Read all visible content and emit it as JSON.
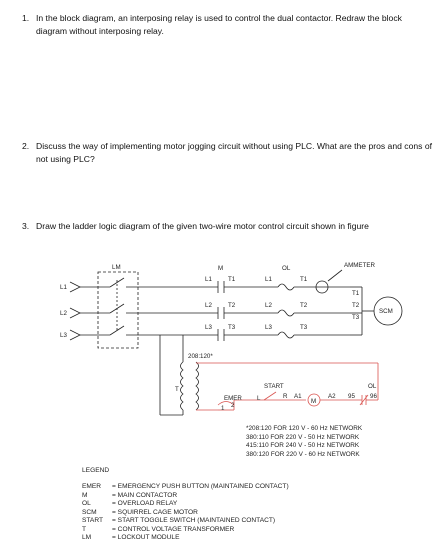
{
  "questions": [
    {
      "number": "1.",
      "text": "In the block diagram, an interposing relay is used to control the dual contactor. Redraw the block diagram without interposing relay."
    },
    {
      "number": "2.",
      "text": "Discuss the way of implementing motor jogging circuit without using PLC. What are the pros and cons of not using PLC?"
    },
    {
      "number": "3.",
      "text": "Draw the ladder logic diagram of the given two-wire motor control circuit shown in figure"
    }
  ],
  "diagram": {
    "labels": {
      "lm": "LM",
      "m": "M",
      "ol": "OL",
      "ammeter": "AMMETER",
      "l1": "L1",
      "l2": "L2",
      "l3": "L3",
      "t1": "T1",
      "t2": "T2",
      "t3": "T3",
      "scm": "SCM",
      "transformer_voltage": "208:120*",
      "t": "T",
      "start": "START",
      "emer": "EMER",
      "l": "L",
      "r": "R",
      "a1": "A1",
      "a2": "A2",
      "contact_95": "95",
      "contact_96": "96",
      "contact_1": "1",
      "contact_2": "2"
    },
    "notes": [
      "*208:120 FOR 120 V - 60 Hz NETWORK",
      "380:110 FOR 220 V - 50 Hz NETWORK",
      "415:110 FOR 240 V - 50 Hz NETWORK",
      "380:120 FOR 220 V - 60 Hz NETWORK"
    ]
  },
  "legend": {
    "title": "LEGEND",
    "items": [
      {
        "abbr": "EMER",
        "desc": "= EMERGENCY PUSH BUTTON (MAINTAINED CONTACT)"
      },
      {
        "abbr": "M",
        "desc": "= MAIN CONTACTOR"
      },
      {
        "abbr": "OL",
        "desc": "= OVERLOAD RELAY"
      },
      {
        "abbr": "SCM",
        "desc": "= SQUIRREL CAGE MOTOR"
      },
      {
        "abbr": "START",
        "desc": "= START TOGGLE SWITCH (MAINTAINED CONTACT)"
      },
      {
        "abbr": "T",
        "desc": "= CONTROL VOLTAGE TRANSFORMER"
      },
      {
        "abbr": "LM",
        "desc": "= LOCKOUT MODULE"
      }
    ]
  },
  "colors": {
    "control_circuit": "#d9534f",
    "wire": "#222222"
  }
}
